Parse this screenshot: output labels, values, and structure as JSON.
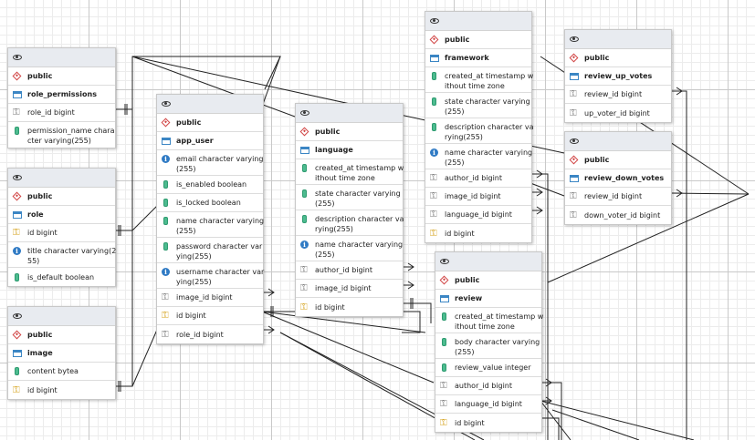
{
  "icons": {
    "visibility": "eye-icon",
    "schema": "schema-diamond-icon",
    "table": "table-icon",
    "column": "column-icon",
    "unique": "info-icon",
    "foreign_key": "foreign-key-icon",
    "primary_key": "primary-key-icon"
  },
  "colors": {
    "schema_icon": "#d14545",
    "table_icon": "#3b86c4",
    "column_icon": "#4dbb8f",
    "info_icon": "#2f7ac4",
    "primary_key_icon": "#d5a21b",
    "header_bg": "#e8ebf0"
  },
  "tables": [
    {
      "id": "role_permissions",
      "schema": "public",
      "name": "role_permissions",
      "columns": [
        {
          "icon": "fk",
          "text": "role_id bigint"
        },
        {
          "icon": "col",
          "text": "permission_name chara\ncter varying(255)"
        }
      ]
    },
    {
      "id": "role",
      "schema": "public",
      "name": "role",
      "columns": [
        {
          "icon": "pk",
          "text": "id bigint"
        },
        {
          "icon": "uq",
          "text": "title character varying(2\n55)"
        },
        {
          "icon": "col",
          "text": "is_default boolean"
        }
      ]
    },
    {
      "id": "image",
      "schema": "public",
      "name": "image",
      "columns": [
        {
          "icon": "col",
          "text": "content bytea"
        },
        {
          "icon": "pk",
          "text": "id bigint"
        }
      ]
    },
    {
      "id": "app_user",
      "schema": "public",
      "name": "app_user",
      "columns": [
        {
          "icon": "uq",
          "text": "email character varying\n(255)"
        },
        {
          "icon": "col",
          "text": "is_enabled boolean"
        },
        {
          "icon": "col",
          "text": "is_locked boolean"
        },
        {
          "icon": "col",
          "text": "name character varying\n(255)"
        },
        {
          "icon": "col",
          "text": "password character var\nying(255)"
        },
        {
          "icon": "uq",
          "text": "username character var\nying(255)"
        },
        {
          "icon": "fk",
          "text": "image_id bigint"
        },
        {
          "icon": "pk",
          "text": "id bigint"
        },
        {
          "icon": "fk",
          "text": "role_id bigint"
        }
      ]
    },
    {
      "id": "language",
      "schema": "public",
      "name": "language",
      "columns": [
        {
          "icon": "col",
          "text": "created_at timestamp w\nithout time zone"
        },
        {
          "icon": "col",
          "text": "state character varying\n(255)"
        },
        {
          "icon": "col",
          "text": "description character va\nrying(255)"
        },
        {
          "icon": "uq",
          "text": "name character varying\n(255)"
        },
        {
          "icon": "fk",
          "text": "author_id bigint"
        },
        {
          "icon": "fk",
          "text": "image_id bigint"
        },
        {
          "icon": "pk",
          "text": "id bigint"
        }
      ]
    },
    {
      "id": "framework",
      "schema": "public",
      "name": "framework",
      "columns": [
        {
          "icon": "col",
          "text": "created_at timestamp w\nithout time zone"
        },
        {
          "icon": "col",
          "text": "state character varying\n(255)"
        },
        {
          "icon": "col",
          "text": "description character va\nrying(255)"
        },
        {
          "icon": "uq",
          "text": "name character varying\n(255)"
        },
        {
          "icon": "fk",
          "text": "author_id bigint"
        },
        {
          "icon": "fk",
          "text": "image_id bigint"
        },
        {
          "icon": "fk",
          "text": "language_id bigint"
        },
        {
          "icon": "pk",
          "text": "id bigint"
        }
      ]
    },
    {
      "id": "review",
      "schema": "public",
      "name": "review",
      "columns": [
        {
          "icon": "col",
          "text": "created_at timestamp w\nithout time zone"
        },
        {
          "icon": "col",
          "text": "body character varying\n(255)"
        },
        {
          "icon": "col",
          "text": "review_value integer"
        },
        {
          "icon": "fk",
          "text": "author_id bigint"
        },
        {
          "icon": "fk",
          "text": "language_id bigint"
        },
        {
          "icon": "pk",
          "text": "id bigint"
        }
      ]
    },
    {
      "id": "review_up_votes",
      "schema": "public",
      "name": "review_up_votes",
      "columns": [
        {
          "icon": "fk",
          "text": "review_id bigint"
        },
        {
          "icon": "fk",
          "text": "up_voter_id bigint"
        }
      ]
    },
    {
      "id": "review_down_votes",
      "schema": "public",
      "name": "review_down_votes",
      "columns": [
        {
          "icon": "fk",
          "text": "review_id bigint"
        },
        {
          "icon": "fk",
          "text": "down_voter_id bigint"
        }
      ]
    }
  ]
}
